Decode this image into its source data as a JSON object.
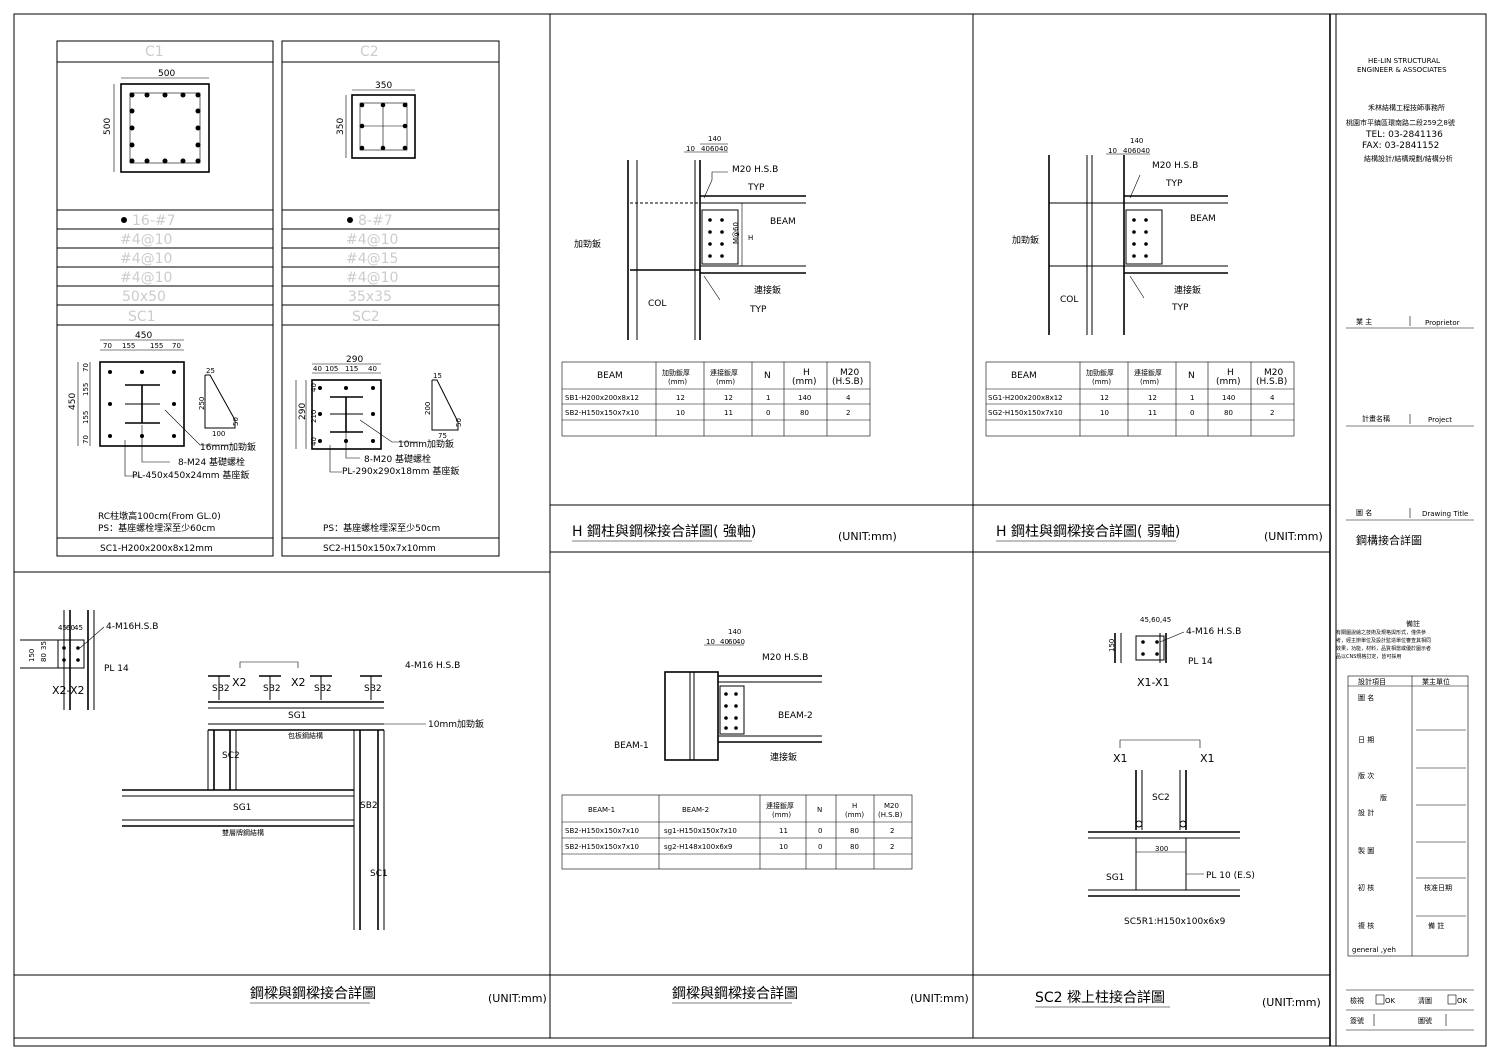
{
  "company": {
    "name_en_1": "HE-LIN STRUCTURAL",
    "name_en_2": "ENGINEER & ASSOCIATES",
    "name_zh": "禾林結構工程技師事務所",
    "address": "桃園市平鎮區環南路二段259之8號",
    "tel": "TEL:  03-2841136",
    "fax": "FAX:  03-2841152",
    "services": "結構設計/結構規劃/結構分析"
  },
  "title_block": {
    "owner_label": "業     主",
    "owner_en": "Proprietor",
    "project_label": "計畫名稱",
    "project_en": "Project",
    "drawing_label": "圖     名",
    "drawing_en": "Drawing Title",
    "drawing_title": "鋼構接合詳圖",
    "note_title": "備註",
    "note_1": "有關圖說繪之技術及規格與形式，僅供參",
    "note_2": "考，經主辦單位及設計監造單位審查其相同",
    "note_3": "效果，功能，材料，品質相當或優於圖示者",
    "note_4": "品以CNS規格訂定，皆可採用",
    "col_design": "設計項目",
    "col_owner": "業主單位",
    "rows": [
      "圖     名",
      "日     期",
      "版     次",
      "版",
      "設     計",
      "製     圖",
      "初     核",
      "複     核"
    ],
    "review_date": "核准日期",
    "remark": "備     註",
    "drafter": "general ,yeh",
    "check_label": "檢視",
    "ok": "OK",
    "clean_label": "清圖",
    "ok2": "OK",
    "sign_label": "簽號",
    "stamp_label": "圖號"
  },
  "column_table": {
    "c1": "C1",
    "c2": "C2",
    "c1_w": "500",
    "c1_h": "500",
    "c2_w": "350",
    "c2_h": "350",
    "rows_c1": [
      "16-#7",
      "#4@10",
      "#4@10",
      "#4@10",
      "50x50",
      "SC1"
    ],
    "rows_c2": [
      "8-#7",
      "#4@10",
      "#4@15",
      "#4@10",
      "35x35",
      "SC2"
    ],
    "sc1_dims": {
      "w": "450",
      "a": "70",
      "b": "155",
      "c": "155",
      "d": "70",
      "h": "450"
    },
    "sc2_dims": {
      "w": "290",
      "a": "40",
      "b": "105",
      "c": "115",
      "d": "40",
      "h": "290",
      "v1": "40",
      "v2": "210",
      "v3": "40"
    },
    "sc1_stiff": {
      "t": "25",
      "h": "250",
      "b": "100",
      "e": "50"
    },
    "sc2_stiff": {
      "t": "15",
      "h": "200",
      "b": "75",
      "e": "50"
    },
    "sc1_lbl1": "16mm加勁鈑",
    "sc1_lbl2": "8-M24  基礎螺栓",
    "sc1_lbl3": "PL-450x450x24mm  基座鈑",
    "sc2_lbl1": "10mm加勁鈑",
    "sc2_lbl2": "8-M20  基礎螺栓",
    "sc2_lbl3": "PL-290x290x18mm  基座鈑",
    "rc_note": "RC柱墩高100cm(From GL.0)",
    "ps1": "PS：基座螺栓埋深至少60cm",
    "ps2": "PS：基座螺栓埋深至少50cm",
    "sc1_spec": "SC1-H200x200x8x12mm",
    "sc2_spec": "SC2-H150x150x7x10mm"
  },
  "strong": {
    "dims": [
      "140",
      "10",
      "40",
      "60",
      "40"
    ],
    "bolt": "M20  H.S.B",
    "typ": "TYP",
    "beam": "BEAM",
    "stiff": "加勁鈑",
    "col": "COL",
    "plate": "連接鈑",
    "h_lbl": "H",
    "m_lbl": "M@60",
    "headers": [
      "BEAM",
      "加勁鈑厚\n(mm)",
      "連接鈑厚\n(mm)",
      "N",
      "H\n(mm)",
      "M20\n(H.S.B)"
    ],
    "rows": [
      [
        "SB1-H200x200x8x12",
        "12",
        "12",
        "1",
        "140",
        "4"
      ],
      [
        "SB2-H150x150x7x10",
        "10",
        "11",
        "0",
        "80",
        "2"
      ]
    ],
    "title": "H 鋼柱與鋼樑接合詳圖( 強軸)",
    "unit": "(UNIT:mm)"
  },
  "weak": {
    "rows": [
      [
        "SG1-H200x200x8x12",
        "12",
        "12",
        "1",
        "140",
        "4"
      ],
      [
        "SG2-H150x150x7x10",
        "10",
        "11",
        "0",
        "80",
        "2"
      ]
    ],
    "title": "H 鋼柱與鋼樑接合詳圖( 弱軸)",
    "unit": "(UNIT:mm)"
  },
  "beam_beam": {
    "bolt": "M20  H.S.B",
    "beam1": "BEAM-1",
    "beam2": "BEAM-2",
    "plate": "連接鈑",
    "headers": [
      "BEAM-1",
      "BEAM-2",
      "連接鈑厚\n(mm)",
      "N",
      "H\n(mm)",
      "M20\n(H.S.B)"
    ],
    "rows": [
      [
        "SB2-H150x150x7x10",
        "sg1-H150x150x7x10",
        "11",
        "0",
        "80",
        "2"
      ],
      [
        "SB2-H150x150x7x10",
        "sg2-H148x100x6x9",
        "10",
        "0",
        "80",
        "2"
      ]
    ],
    "title": "鋼樑與鋼樑接合詳圖",
    "unit": "(UNIT:mm)"
  },
  "frame": {
    "bolt1": "4-M16H.S.B",
    "pl": "PL 14",
    "sec": "X2-X2",
    "x2": "X2",
    "sb2": "SB2",
    "bolt2": "4-M16  H.S.B",
    "sg1": "SG1",
    "stiff": "10mm加勁鈑",
    "sc2": "SC2",
    "sc1": "SC1",
    "note1": "包板鋼結構",
    "note2": "雙層牌鋼結構",
    "dims": [
      "45",
      "60",
      "45",
      "150",
      "35",
      "80",
      "35"
    ],
    "title": "鋼樑與鋼樑接合詳圖",
    "unit": "(UNIT:mm)"
  },
  "sc2_detail": {
    "bolt": "4-M16  H.S.B",
    "pl": "PL 14",
    "sec": "X1-X1",
    "x1": "X1",
    "sc2": "SC2",
    "dim300": "300",
    "sg1": "SG1",
    "pl10": "PL 10 (E.S)",
    "spec": "SC5R1:H150x100x6x9",
    "title": "SC2 樑上柱接合詳圖",
    "unit": "(UNIT:mm)"
  }
}
